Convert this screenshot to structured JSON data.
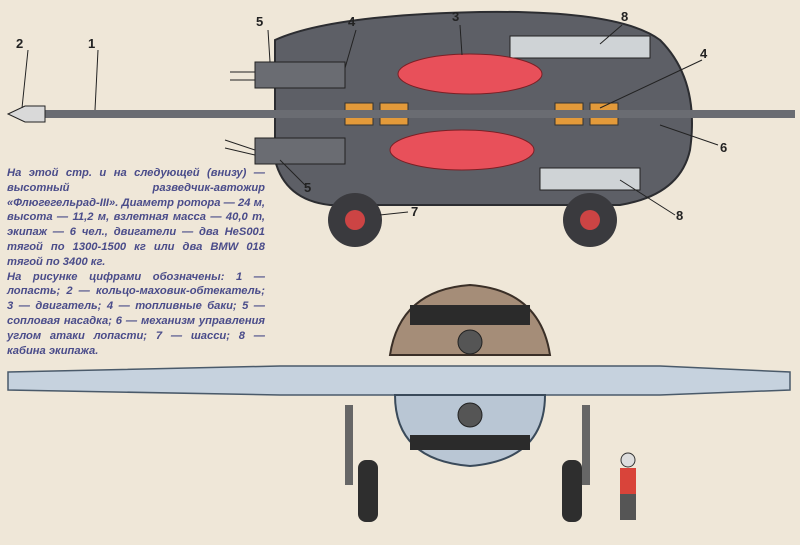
{
  "labels": {
    "l2": "2",
    "l1": "1",
    "l5a": "5",
    "l4a": "4",
    "l3": "3",
    "l8a": "8",
    "l4b": "4",
    "l6": "6",
    "l5b": "5",
    "l7": "7",
    "l8b": "8"
  },
  "caption": {
    "paragraph1": "На этой стр. и на следующей (внизу) — высотный разведчик-автожир «Флюгегельрад-III». Диаметр ротора — 24 м, высота — 11,2 м, взлетная масса — 40,0 т, экипаж — 6 чел., двигатели — два HeS001 тягой по 1300-1500 кг или два BMW 018 тягой по 3400 кг.",
    "paragraph2": "На рисунке цифрами обозначены: 1 — лопасть; 2 — кольцо-маховик-обтекатель; 3 — двигатель; 4 — топливные баки; 5 — сопловая насадка; 6 — механизм управления углом атаки лопасти; 7 — шасси; 8 — кабина экипажа."
  },
  "colors": {
    "background": "#efe7d8",
    "fuselage": "#5d5f66",
    "engine": "#e8505a",
    "tank": "#e39a3a",
    "wing": "#b9c6d4",
    "caption": "#4a4c8a"
  }
}
